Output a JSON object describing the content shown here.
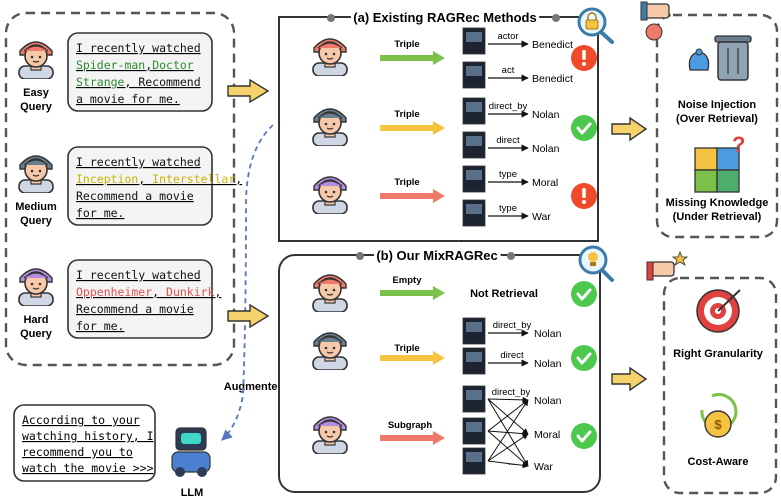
{
  "queries": [
    {
      "level": "Easy\nQuery",
      "lines": [
        [
          {
            "t": "I recently watched",
            "c": "#111111"
          }
        ],
        [
          {
            "t": "Spider-man",
            "c": "#2e8b2e"
          },
          {
            "t": ",",
            "c": "#111111"
          },
          {
            "t": "Doctor",
            "c": "#2e8b2e"
          }
        ],
        [
          {
            "t": "Strange",
            "c": "#2e8b2e"
          },
          {
            "t": ", Recommend",
            "c": "#111111"
          }
        ],
        [
          {
            "t": "a movie for me.",
            "c": "#111111"
          }
        ]
      ]
    },
    {
      "level": "Medium\nQuery",
      "lines": [
        [
          {
            "t": "I recently watched",
            "c": "#111111"
          }
        ],
        [
          {
            "t": "Inception",
            "c": "#c9b400"
          },
          {
            "t": ", ",
            "c": "#111111"
          },
          {
            "t": "Interstellar",
            "c": "#c9b400"
          },
          {
            "t": ",",
            "c": "#111111"
          }
        ],
        [
          {
            "t": "Recommend a movie",
            "c": "#111111"
          }
        ],
        [
          {
            "t": "for me.",
            "c": "#111111"
          }
        ]
      ]
    },
    {
      "level": "Hard\nQuery",
      "lines": [
        [
          {
            "t": "I recently watched",
            "c": "#111111"
          }
        ],
        [
          {
            "t": "Oppenheimer",
            "c": "#e05050"
          },
          {
            "t": ", ",
            "c": "#111111"
          },
          {
            "t": "Dunkirk",
            "c": "#e05050"
          },
          {
            "t": ",",
            "c": "#111111"
          }
        ],
        [
          {
            "t": "Recommend a movie",
            "c": "#111111"
          }
        ],
        [
          {
            "t": "for me.",
            "c": "#111111"
          }
        ]
      ]
    }
  ],
  "llm": {
    "lines": [
      "According to your",
      "watching history, I",
      "recommend you to",
      "watch the movie >>>"
    ],
    "label": "LLM",
    "augmented": "Augmented"
  },
  "existing": {
    "title": "(a) Existing RAGRec Methods",
    "rows": [
      {
        "label": "Triple",
        "arrow": "#7cc24a",
        "edges": [
          {
            "rel": "actor",
            "node": "Benedict"
          },
          {
            "rel": "act",
            "node": "Benedict"
          }
        ],
        "status": "bad"
      },
      {
        "label": "Triple",
        "arrow": "#f5c242",
        "edges": [
          {
            "rel": "direct_by",
            "node": "Nolan"
          },
          {
            "rel": "direct",
            "node": "Nolan"
          }
        ],
        "status": "good"
      },
      {
        "label": "Triple",
        "arrow": "#f07a6a",
        "edges": [
          {
            "rel": "type",
            "node": "Moral"
          },
          {
            "rel": "type",
            "node": "War"
          }
        ],
        "status": "bad"
      }
    ]
  },
  "mix": {
    "title": "(b) Our MixRAGRec",
    "row1": {
      "label": "Empty",
      "arrow": "#7cc24a",
      "result": "Not Retrieval",
      "status": "good"
    },
    "row2": {
      "label": "Triple",
      "arrow": "#f5c242",
      "edges": [
        {
          "rel": "direct_by",
          "node": "Nolan"
        },
        {
          "rel": "direct",
          "node": "Nolan"
        }
      ],
      "status": "good"
    },
    "row3": {
      "label": "Subgraph",
      "arrow": "#f07a6a",
      "rel": "direct_by",
      "nodes": [
        "Nolan",
        "Moral",
        "War"
      ],
      "dots": "...",
      "status": "good"
    }
  },
  "problems": {
    "noise": "Noise Injection\n(Over Retrieval)",
    "missing": "Missing Knowledge\n(Under Retrieval)"
  },
  "benefits": {
    "granularity": "Right Granularity",
    "cost": "Cost-Aware"
  },
  "colors": {
    "green": "#4cc94c",
    "red": "#f04a2a",
    "poster": "#1d2330",
    "dashed": "#555555"
  }
}
